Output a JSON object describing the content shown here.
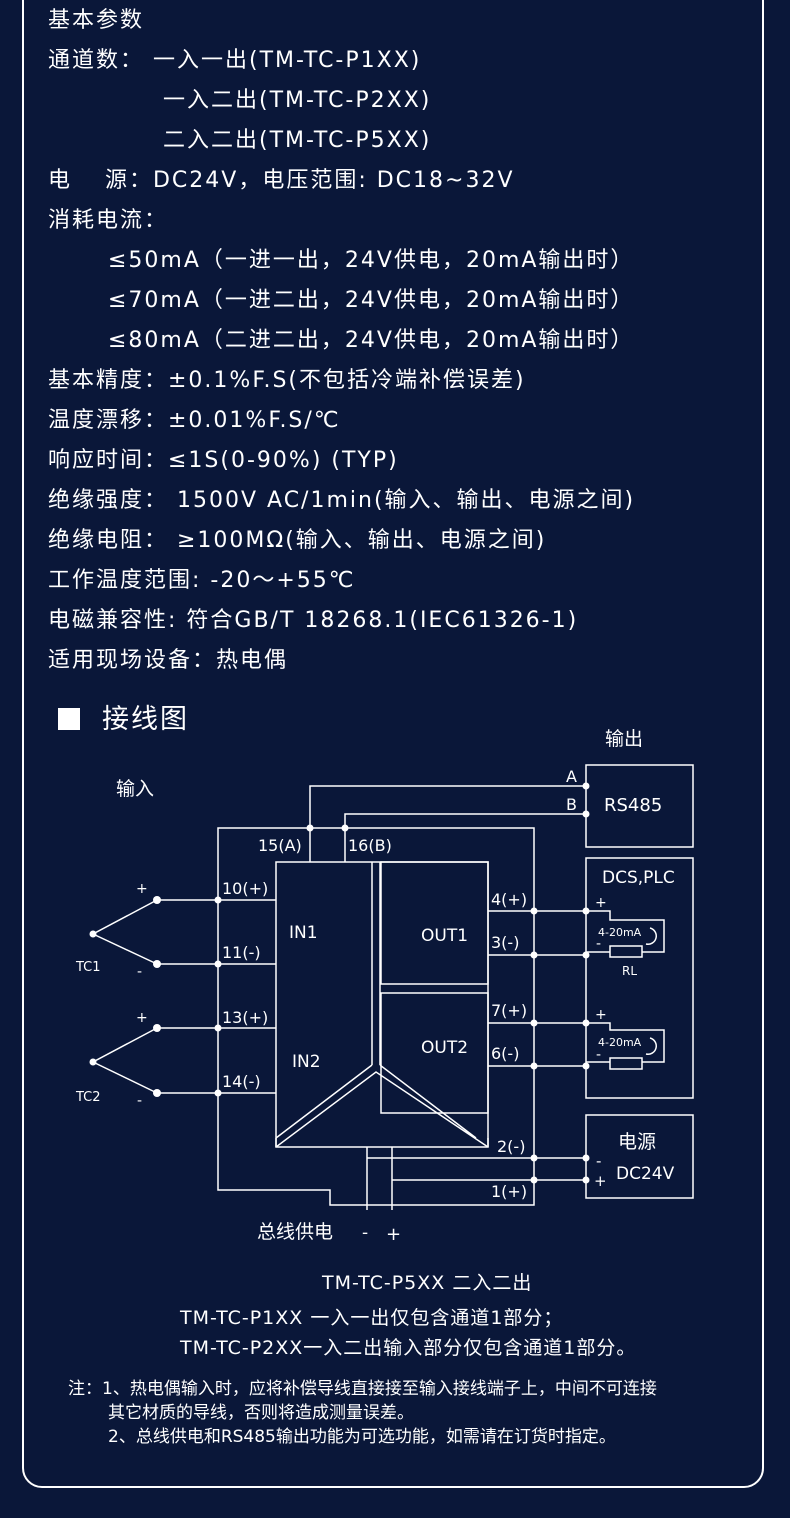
{
  "specs": [
    "基本参数",
    "通道数： 一入一出(TM-TC-P1XX)",
    "一入二出(TM-TC-P2XX)",
    "二入二出(TM-TC-P5XX)",
    "电　 源：DC24V，电压范围: DC18~32V",
    "消耗电流：",
    "≤50mA（一进一出，24V供电，20mA输出时）",
    "≤70mA（一进二出，24V供电，20mA输出时）",
    "≤80mA（二进二出，24V供电，20mA输出时）",
    "基本精度：±0.1%F.S(不包括冷端补偿误差)",
    "温度漂移：±0.01%F.S/℃",
    "响应时间：≤1S(0-90%) (TYP)",
    "绝缘强度： 1500V AC/1min(输入、输出、电源之间)",
    "绝缘电阻： ≥100MΩ(输入、输出、电源之间)",
    "工作温度范围: -20～+55℃",
    "电磁兼容性: 符合GB/T 18268.1(IEC61326-1)",
    "适用现场设备：热电偶"
  ],
  "section_title": "接线图",
  "diagram": {
    "output_label": "输出",
    "input_label": "输入",
    "rs485": {
      "a": "A",
      "b": "B",
      "label": "RS485"
    },
    "dcs_label": "DCS,PLC",
    "loop_label": "4-20mA",
    "rl_label": "RL",
    "power_box": {
      "title": "电源",
      "minus": "-",
      "plus": "+",
      "label": "DC24V"
    },
    "terminals": {
      "t15": "15(A)",
      "t16": "16(B)",
      "t10": "10(+)",
      "t11": "11(-)",
      "t13": "13(+)",
      "t14": "14(-)",
      "t4": "4(+)",
      "t3": "3(-)",
      "t7": "7(+)",
      "t6": "6(-)",
      "t2": "2(-)",
      "t1": "1(+)"
    },
    "in1": "IN1",
    "in2": "IN2",
    "out1": "OUT1",
    "out2": "OUT2",
    "tc1": "TC1",
    "tc2": "TC2",
    "plus": "+",
    "minus": "-",
    "bus_label": "总线供电",
    "bus_minus": "-",
    "bus_plus": "+"
  },
  "captions": [
    "TM-TC-P5XX 二入二出",
    "TM-TC-P1XX 一入一出仅包含通道1部分；",
    "TM-TC-P2XX一入二出输入部分仅包含通道1部分。"
  ],
  "notes": [
    "注：1、热电偶输入时，应将补偿导线直接接至输入接线端子上，中间不可连接",
    "其它材质的导线，否则将造成测量误差。",
    "2、总线供电和RS485输出功能为可选功能，如需请在订货时指定。"
  ],
  "colors": {
    "background": "#0a1739",
    "foreground": "#ffffff"
  }
}
